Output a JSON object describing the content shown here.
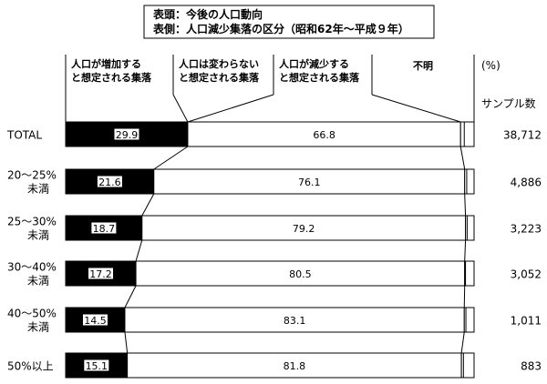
{
  "header": {
    "line1": "表頭：今後の人口動向",
    "line2": "表側：人口減少集落の区分（昭和62年～平成９年）"
  },
  "chart_data": {
    "type": "bar",
    "stacked": true,
    "orientation": "horizontal",
    "unit": "(%)",
    "sample_header": "サンプル数",
    "legend": [
      [
        "人口が増加する",
        "と想定される集落"
      ],
      [
        "人口は変わらない",
        "と想定される集落"
      ],
      [
        "人口が減少する",
        "と想定される集落"
      ],
      [
        "不明"
      ]
    ],
    "categories": [
      [
        "TOTAL"
      ],
      [
        "20～25%",
        "未満"
      ],
      [
        "25～30%",
        "未満"
      ],
      [
        "30～40%",
        "未満"
      ],
      [
        "40～50%",
        "未満"
      ],
      [
        "50%以上"
      ]
    ],
    "series": [
      {
        "name": "人口が増加すると想定される集落",
        "color": "#000000",
        "values": [
          29.9,
          21.6,
          18.7,
          17.2,
          14.5,
          15.1
        ]
      },
      {
        "name": "人口は変わらないと想定される集落",
        "color": "#ffffff",
        "values": [
          0,
          0,
          0,
          0,
          0,
          0
        ]
      },
      {
        "name": "人口が減少すると想定される集落",
        "color": "#ffffff",
        "values": [
          66.8,
          76.1,
          79.2,
          80.5,
          83.1,
          81.8
        ]
      },
      {
        "name": "不明",
        "color": "#ffffff",
        "values": [
          0.9,
          0.5,
          0.4,
          0.2,
          0.4,
          0.5
        ]
      }
    ],
    "sample_sizes": [
      "38,712",
      "4,886",
      "3,223",
      "3,052",
      "1,011",
      "883"
    ],
    "xlim": [
      0,
      100
    ]
  }
}
